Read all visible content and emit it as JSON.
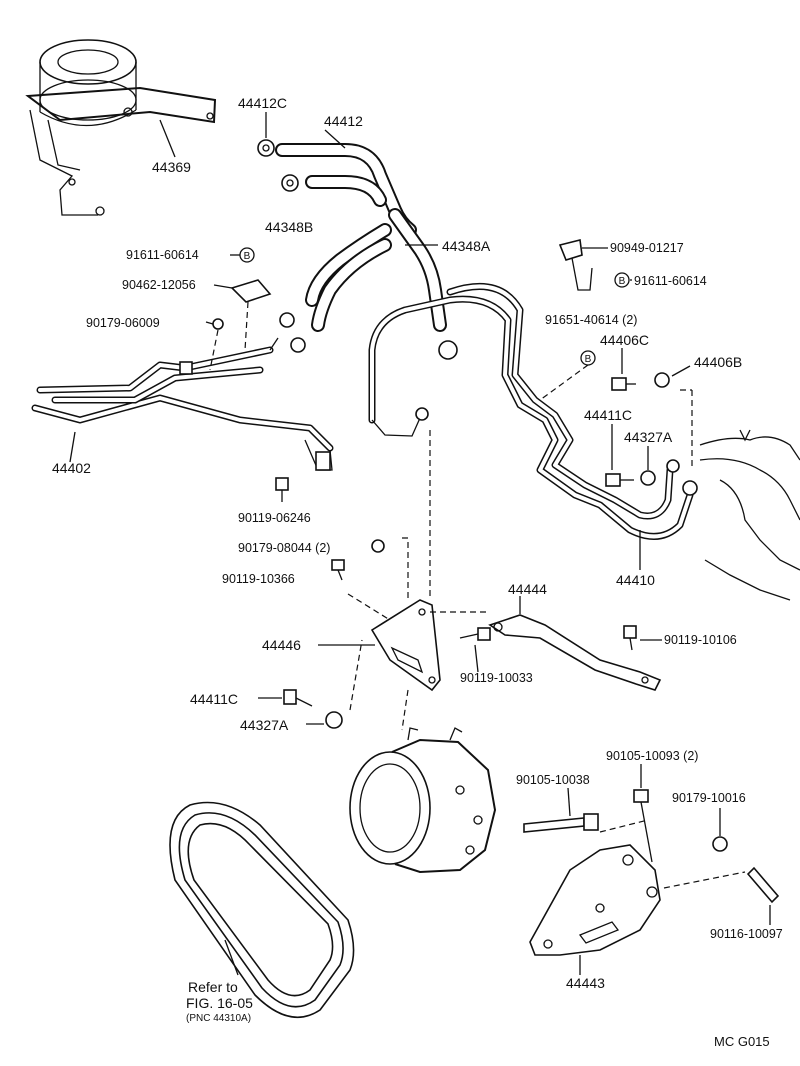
{
  "labels": {
    "p44412C": "44412C",
    "p44412": "44412",
    "p44369": "44369",
    "p44348B": "44348B",
    "p44348A": "44348A",
    "p91611_60614_a": "91611-60614",
    "p90462_12056": "90462-12056",
    "p90179_06009": "90179-06009",
    "p44402": "44402",
    "p90949_01217": "90949-01217",
    "p91611_60614_b": "91611-60614",
    "p91651_40614": "91651-40614 (2)",
    "p44406C": "44406C",
    "p44406B": "44406B",
    "p44411C_a": "44411C",
    "p44327A_a": "44327A",
    "p90119_06246": "90119-06246",
    "p90179_08044": "90179-08044 (2)",
    "p90119_10366": "90119-10366",
    "p44410": "44410",
    "p44444": "44444",
    "p44446": "44446",
    "p90119_10106": "90119-10106",
    "p90119_10033": "90119-10033",
    "p44411C_b": "44411C",
    "p44327A_b": "44327A",
    "p90105_10093": "90105-10093 (2)",
    "p90105_10038": "90105-10038",
    "p90179_10016": "90179-10016",
    "p90116_10097": "90116-10097",
    "p44443": "44443",
    "refer_line1": "Refer to",
    "refer_line2": "FIG. 16-05",
    "refer_line3": "(PNC 44310A)",
    "code": "MC  G015",
    "marker_b": "B"
  }
}
